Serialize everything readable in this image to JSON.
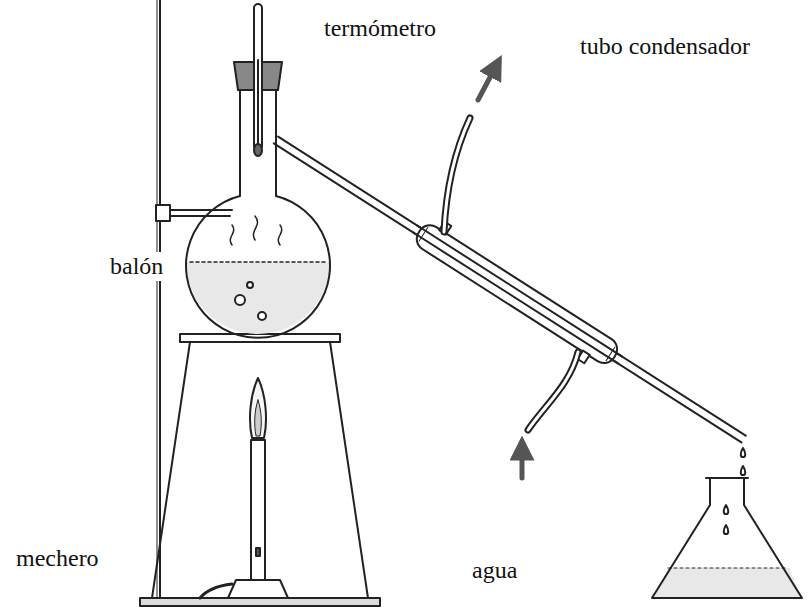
{
  "diagram": {
    "labels": [
      "termómetro",
      "tubo condensador",
      "balón",
      "mechero",
      "agua"
    ]
  }
}
